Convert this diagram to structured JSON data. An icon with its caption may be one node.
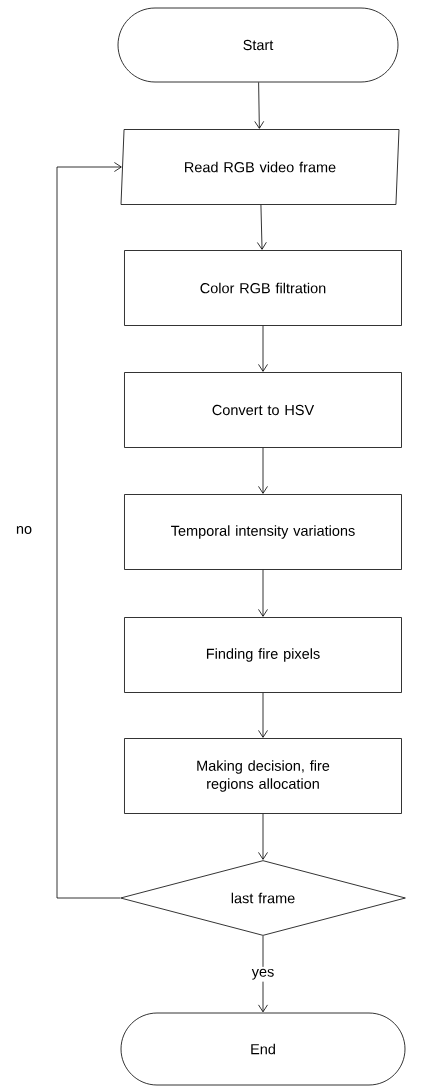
{
  "diagram": {
    "nodes": [
      {
        "text": [
          "Start"
        ]
      },
      {
        "text": [
          "Read RGB video frame"
        ]
      },
      {
        "text": [
          "Color RGB filtration"
        ]
      },
      {
        "text": [
          "Convert to HSV"
        ]
      },
      {
        "text": [
          "Temporal intensity variations"
        ]
      },
      {
        "text": [
          "Finding fire pixels"
        ]
      },
      {
        "text": [
          "Making decision, fire regions allocation"
        ]
      },
      {
        "text": [
          "last frame"
        ]
      },
      {
        "text": [
          "End"
        ]
      }
    ],
    "edges": [
      {
        "from": 0,
        "to": 1,
        "arrow": "to"
      },
      {
        "from": 1,
        "to": 2,
        "arrow": "to"
      },
      {
        "from": 2,
        "to": 3,
        "arrow": "to"
      },
      {
        "from": 3,
        "to": 4,
        "arrow": "to"
      },
      {
        "from": 4,
        "to": 5,
        "arrow": "to"
      },
      {
        "from": 5,
        "to": 6,
        "arrow": "to"
      },
      {
        "from": 6,
        "to": 7,
        "arrow": "to"
      },
      {
        "from": 7,
        "to": 8,
        "label": "yes",
        "arrow": "to"
      },
      {
        "from": 7,
        "to": 1,
        "label": "no",
        "arrow": "to"
      }
    ]
  }
}
